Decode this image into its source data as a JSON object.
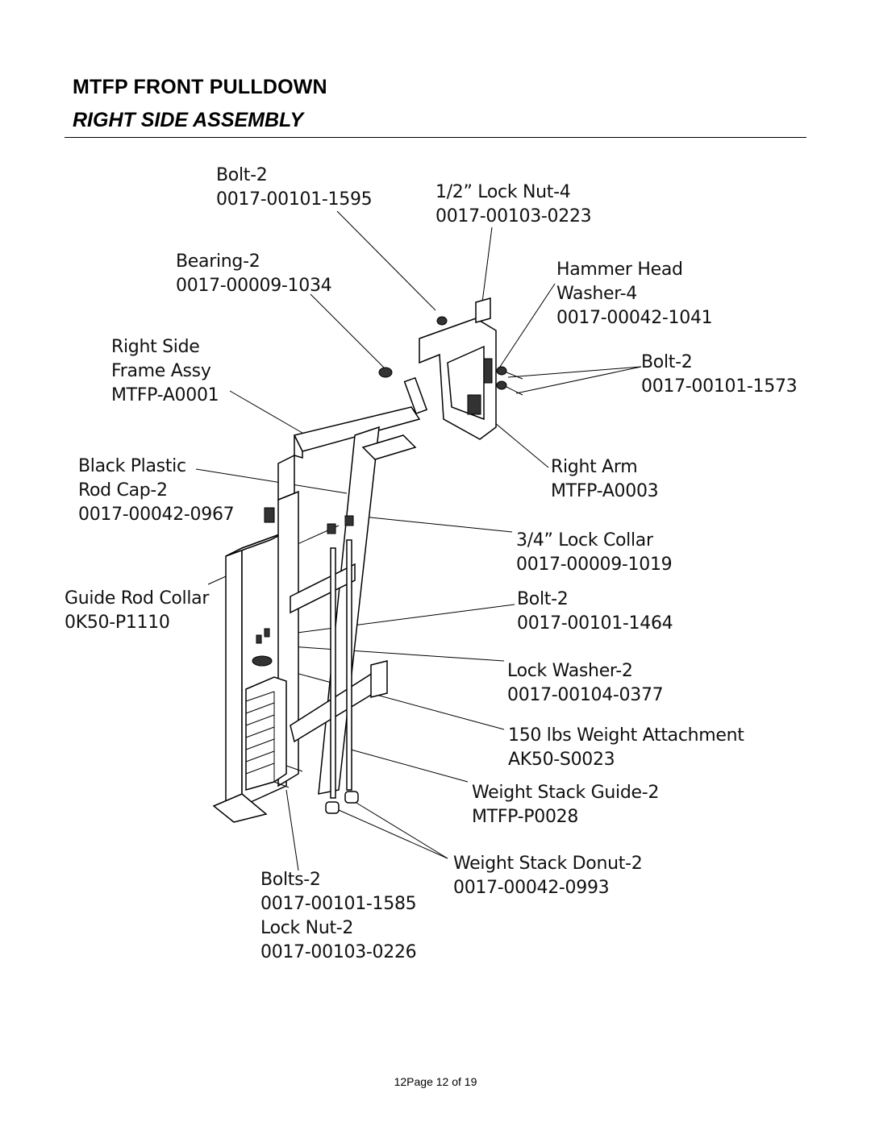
{
  "header": {
    "title": "MTFP FRONT PULLDOWN",
    "subtitle": "RIGHT SIDE ASSEMBLY"
  },
  "callouts": {
    "bolt_1595": [
      "Bolt-2",
      "0017-00101-1595"
    ],
    "lock_nut_4": [
      "1/2” Lock Nut-4",
      "0017-00103-0223"
    ],
    "bearing": [
      "Bearing-2",
      "0017-00009-1034"
    ],
    "hammer_head_washer": [
      "Hammer Head",
      "Washer-4",
      "0017-00042-1041"
    ],
    "right_side_frame": [
      "Right Side",
      "Frame Assy",
      "MTFP-A0001"
    ],
    "bolt_1573": [
      "Bolt-2",
      "0017-00101-1573"
    ],
    "rod_cap": [
      "Black Plastic",
      "Rod Cap-2",
      "0017-00042-0967"
    ],
    "right_arm": [
      "Right Arm",
      "MTFP-A0003"
    ],
    "lock_collar": [
      "3/4” Lock Collar",
      "0017-00009-1019"
    ],
    "guide_rod_collar": [
      "Guide Rod Collar",
      "0K50-P1110"
    ],
    "bolt_1464": [
      "Bolt-2",
      "0017-00101-1464"
    ],
    "lock_washer": [
      "Lock Washer-2",
      "0017-00104-0377"
    ],
    "weight_attachment": [
      "150 lbs Weight Attachment",
      "AK50-S0023"
    ],
    "weight_stack_guide": [
      "Weight Stack Guide-2",
      "MTFP-P0028"
    ],
    "weight_stack_donut": [
      "Weight Stack Donut-2",
      "0017-00042-0993"
    ],
    "bolts_lock_nut": [
      "Bolts-2",
      "0017-00101-1585",
      "Lock Nut-2",
      "0017-00103-0226"
    ]
  },
  "footer": {
    "page": "12Page 12 of 19"
  }
}
